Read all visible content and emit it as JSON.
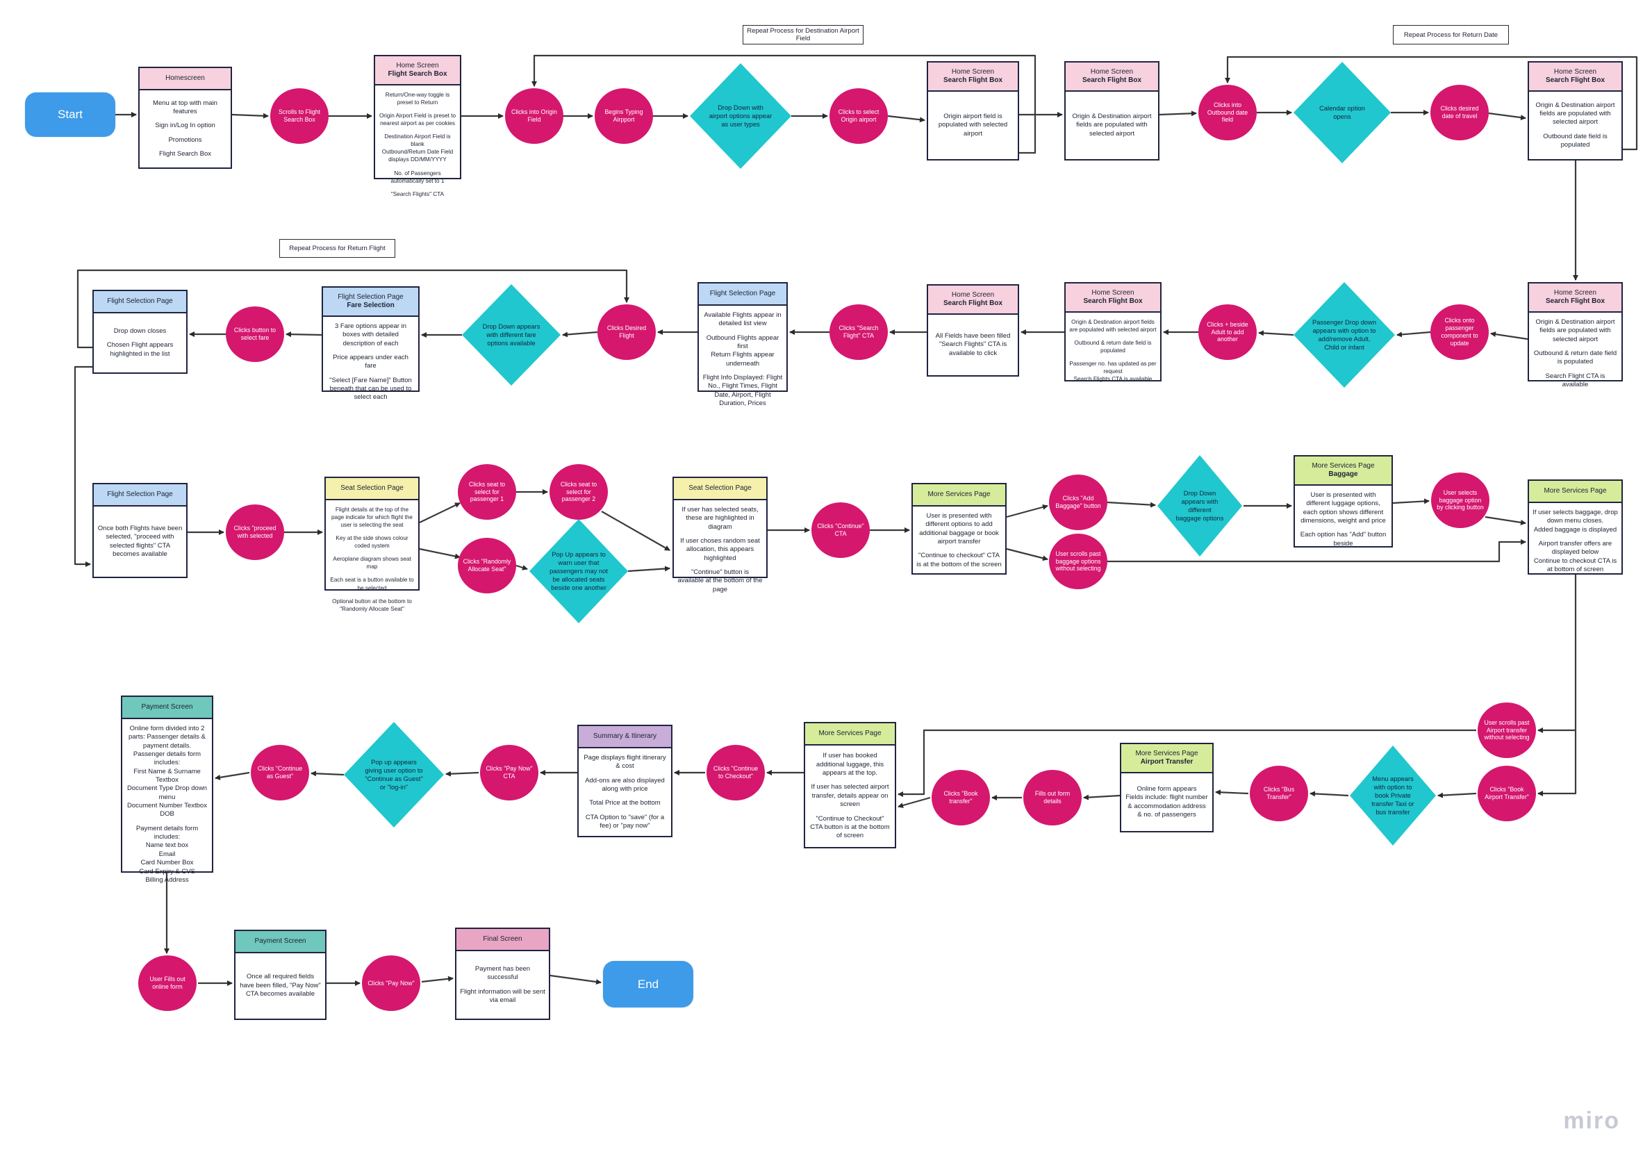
{
  "board": {
    "watermark": "miro"
  },
  "palette": {
    "circle": "#D5176E",
    "diamond": "#20C7CE",
    "terminal_blue": "#3D9BE9",
    "connector": "#3a3a3a",
    "header_pink": "#F7D1DE",
    "header_blue": "#BDD8F4",
    "header_yellow": "#F5F0AC",
    "header_green": "#D6EC9B",
    "header_teal": "#70C7BC",
    "header_purple": "#C7ADD8",
    "header_rose": "#E8A6C4"
  },
  "nodes": {
    "start": {
      "label": "Start"
    },
    "homescreen": {
      "title": "Homescreen",
      "lines": [
        "Menu at top with main features",
        "Sign in/Log In option",
        "Promotions",
        "Flight Search Box"
      ]
    },
    "scrolls_to_search": {
      "label": "Scrolls to Flight Search Box"
    },
    "flight_search_box": {
      "title": "Home Screen",
      "subtitle": "Flight Search Box",
      "lines": [
        "Return/One-way toggle is preset to Return",
        "Origin Airport Field is preset to nearest airport as per cookies",
        "Destination Airport Field is blank\nOutbound/Return  Date Field displays DD/MM/YYYY",
        "No. of Passengers automatically set to 1",
        "\"Search Flights\" CTA"
      ]
    },
    "clicks_origin_field": {
      "label": "Clicks into Origin Field"
    },
    "begins_typing": {
      "label": "Begins Typing Airpport"
    },
    "dd_airports": {
      "label": "Drop Down with airport options appear as user types"
    },
    "clicks_select_origin": {
      "label": "Clicks to select Origin airport"
    },
    "sfb_origin_populated": {
      "title": "Home Screen",
      "subtitle": "Search Flight Box",
      "lines": [
        "Origin airport field is populated with selected airport"
      ]
    },
    "sfb_both_populated": {
      "title": "Home Screen",
      "subtitle": "Search Flight Box",
      "lines": [
        "Origin & Destination airport fields are populated with selected airport"
      ]
    },
    "clicks_outbound_date": {
      "label": "Clicks into Outbound date field"
    },
    "dd_calendar": {
      "label": "Calendar option opens"
    },
    "clicks_date": {
      "label": "Clicks desired date of travel"
    },
    "sfb_outbound_populated": {
      "title": "Home Screen",
      "subtitle": "Search Flight Box",
      "lines": [
        "Origin & Destination airport fields are populated with selected airport",
        "Outbound date field is populated"
      ]
    },
    "loop_dest": {
      "label": "Repeat Process for Destination Airport Field"
    },
    "loop_return_date": {
      "label": "Repeat Process for Return Date"
    },
    "loop_return_flight": {
      "label": "Repeat Process for Return Flight"
    },
    "sfb_return_populated": {
      "title": "Home Screen",
      "subtitle": "Search Flight Box",
      "lines": [
        "Origin & Destination airport fields are populated with selected airport",
        "Outbound & return date field is populated",
        "Search Flight CTA is available"
      ]
    },
    "clicks_passenger_component": {
      "label": "Clicks onto passenger component to update"
    },
    "dd_passenger": {
      "label": "Passenger Drop down appears with option to add/remove Adult, Child or infant"
    },
    "clicks_add_adult": {
      "label": "Clicks + beside Adult to add another"
    },
    "sfb_passenger_updated": {
      "title": "Home Screen",
      "subtitle": "Search Flight Box",
      "lines": [
        "Origin & Destination airport fields are populated with selected airport",
        "Outbound & return date field is populated",
        "Passenger no. has updated as per request\nSearch Flights CTA is available"
      ]
    },
    "sfb_all_filled": {
      "title": "Home Screen",
      "subtitle": "Search Flight Box",
      "lines": [
        "All Fields have been filled\n\"Search Flights\" CTA is available to click"
      ]
    },
    "clicks_search_flight_cta": {
      "label": "Clicks \"Search Flight\" CTA"
    },
    "fsp_list": {
      "title": "Flight Selection Page",
      "lines": [
        "Available Flights appear in detailed list view",
        "Outbound Flights appear first\nReturn Flights appear underneath",
        "Flight Info Displayed: Flight No., Flight Times, Flight Date, Airport, Flight Duration, Prices"
      ]
    },
    "clicks_desired_flight": {
      "label": "Clicks Desired Flight"
    },
    "dd_fare": {
      "label": "Drop Down appears with different fare options available"
    },
    "fsp_fare": {
      "title": "Flight Selection Page",
      "subtitle": "Fare Selection",
      "lines": [
        "3 Fare options appear in boxes with detailed description of each",
        "Price appears under each fare",
        "\"Select [Fare Name]\" Button beneath that can be used to select each"
      ]
    },
    "clicks_select_fare": {
      "label": "Clicks button to select fare"
    },
    "fsp_chosen": {
      "title": "Flight Selection Page",
      "lines": [
        "Drop down closes",
        "Chosen Flight appears highlighted in the list"
      ]
    },
    "fsp_both_selected": {
      "title": "Flight Selection Page",
      "lines": [
        "Once both Flights have been selected, \"proceed with selected flights\" CTA becomes available"
      ]
    },
    "clicks_proceed": {
      "label": "Clicks \"proceed with selected"
    },
    "seat_page": {
      "title": "Seat Selection Page",
      "lines": [
        "Flight details at the top of the page indicate for which flight the user is selecting the seat",
        "Key at the side shows colour coded system",
        "Aeroplane diagram shows seat map",
        "Each seat is a button available to be selected",
        "Optional button at the bottom to \"Randomly Allocate Seat\""
      ]
    },
    "clicks_seat_p1": {
      "label": "Clicks seat to select for passenger 1"
    },
    "clicks_seat_p2": {
      "label": "Clicks seat to select for passenger 2"
    },
    "clicks_random": {
      "label": "Clicks \"Randomly Allocate Seat\""
    },
    "popup_seats": {
      "label": "Pop Up appears to warn user that passengers may not be allocated seats beside one another"
    },
    "seat_page2": {
      "title": "Seat Selection Page",
      "lines": [
        "If user has selected seats, these are highlighted in diagram",
        "If user choses random seat allocation, this appears highlighted",
        "\"Continue\" button is available at the bottom of the page"
      ]
    },
    "clicks_continue_cta": {
      "label": "Clicks \"Continue\" CTA"
    },
    "msp_options": {
      "title": "More Services Page",
      "lines": [
        "User is presented with different options to add additional baggage or book airport transfer",
        "\"Continue to checkout\" CTA is at the bottom of the screen"
      ]
    },
    "clicks_add_baggage": {
      "label": "Clicks \"Add Baggage\" button"
    },
    "scrolls_past_baggage": {
      "label": "User scrolls past baggage options without selecting"
    },
    "dd_baggage": {
      "label": "Drop Down appears with different baggage options"
    },
    "msp_baggage": {
      "title": "More Services Page",
      "subtitle": "Baggage",
      "lines": [
        "User is presented with different luggage options, each option shows different dimensions, weight and price",
        "Each option has \"Add\" button beside"
      ]
    },
    "selects_baggage": {
      "label": "User selects baggage option by clicking button"
    },
    "msp_added": {
      "title": "More Services Page",
      "lines": [
        "If user selects baggage, drop down menu closes.\nAdded baggage is displayed",
        "Airport transfer offers are displayed below\nContinue to checkout CTA is at bottom of screen"
      ]
    },
    "scrolls_past_airport": {
      "label": "User scrolls past Airport transfer without selecting"
    },
    "clicks_book_airport": {
      "label": "Clicks \"Book Airport Transfer\""
    },
    "menu_transfer": {
      "label": "Menu appears with option to book Private transfer Taxi or bus transfer"
    },
    "clicks_bus": {
      "label": "Clicks \"Bus Transfer\""
    },
    "msp_airport": {
      "title": "More Services Page",
      "subtitle": "Airport Transfer",
      "lines": [
        "Online form appears\nFields include: flight number & accommodation address & no. of passengers"
      ]
    },
    "fills_form": {
      "label": "Fills out form details"
    },
    "clicks_book_transfer": {
      "label": "Clicks \"Book transfer\""
    },
    "msp_booked": {
      "title": "More Services Page",
      "lines": [
        "If user has booked additional luggage, this appears at the top.",
        "If user has selected airport transfer, details appear on screen",
        "\"Continue to Checkout\" CTA button is at the bottom of screen"
      ]
    },
    "clicks_continue_checkout": {
      "label": "Clicks \"Continue to Checkout\""
    },
    "summary": {
      "title": "Summary & Itinerary",
      "lines": [
        "Page displays flight itinerary & cost",
        "Add-ons are also displayed along with price",
        "Total Price at the bottom",
        "CTA Option to \"save\" (for a fee) or \"pay now\""
      ]
    },
    "clicks_pay_now_cta": {
      "label": "Clicks \"Pay Now\" CTA"
    },
    "popup_guest": {
      "label": "Pop up appears giving user option to \"Continue as Guest\" or \"log-in\""
    },
    "clicks_continue_guest": {
      "label": "Clicks \"Continue as Guest\""
    },
    "payment_screen": {
      "title": "Payment Screen",
      "lines": [
        "Online form divided into 2 parts: Passenger details & payment details.\nPassenger details form includes:\nFirst Name & Surname Textbox\nDocument Type Drop down menu\nDocument Number Textbox\nDOB",
        "Payment details form includes:\nName text box\nEmail\nCard Number Box\nCard Expiry & CVS\nBilling Address"
      ]
    },
    "fills_online_form": {
      "label": "User Fills out online form"
    },
    "payment_screen2": {
      "title": "Payment Screen",
      "lines": [
        "Once all required fields have been filled, \"Pay Now\" CTA becomes available"
      ]
    },
    "clicks_pay_now2": {
      "label": "Clicks \"Pay Now\""
    },
    "final_screen": {
      "title": "Final Screen",
      "lines": [
        "Payment has been successful",
        "Flight information will be sent via email"
      ]
    },
    "end": {
      "label": "End"
    }
  }
}
